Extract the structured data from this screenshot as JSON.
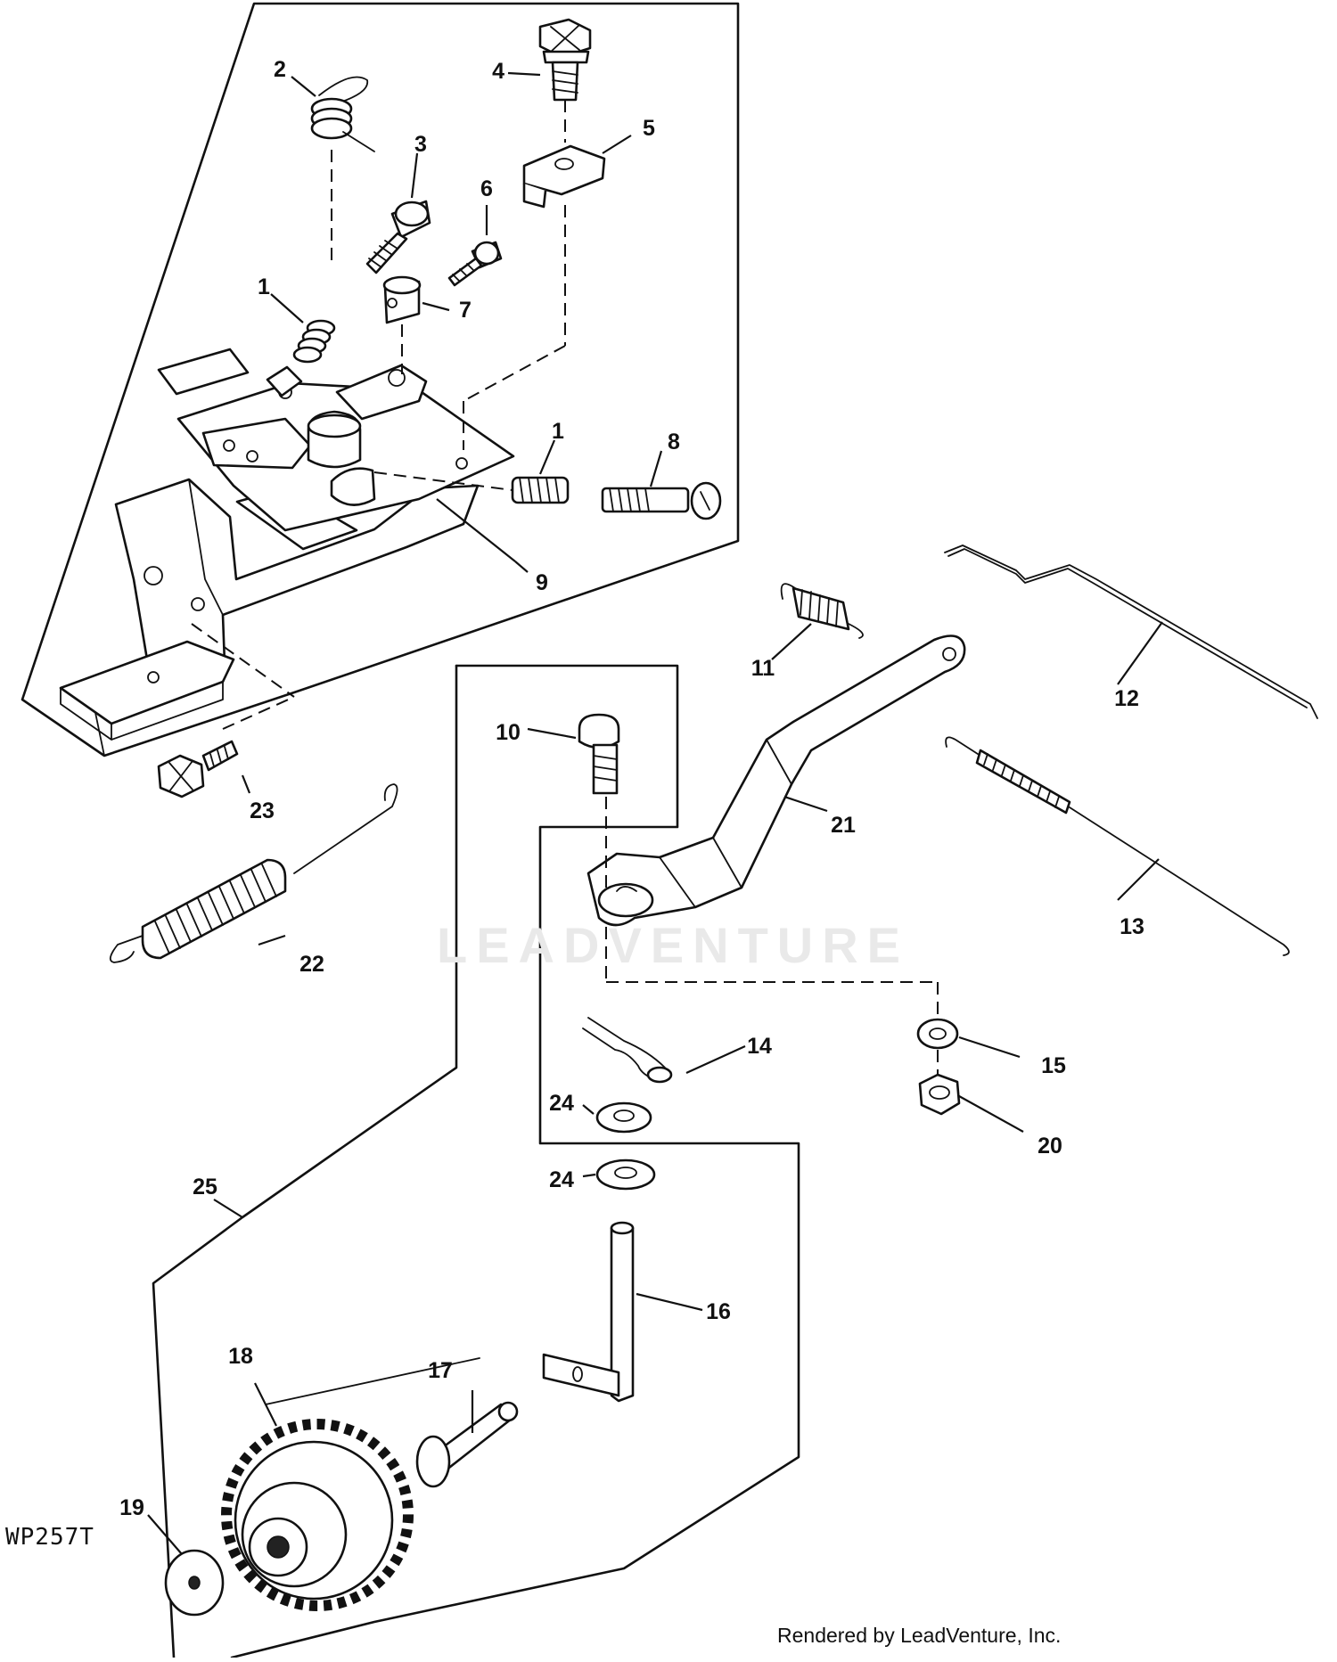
{
  "diagram": {
    "figure_id": "WP257T",
    "credit": "Rendered by LeadVenture, Inc.",
    "watermark": "LEADVENTURE",
    "callouts": [
      "1",
      "2",
      "3",
      "4",
      "5",
      "6",
      "7",
      "1",
      "8",
      "9",
      "11",
      "12",
      "10",
      "21",
      "13",
      "23",
      "22",
      "14",
      "15",
      "24",
      "20",
      "24",
      "25",
      "16",
      "18",
      "17",
      "19"
    ]
  }
}
